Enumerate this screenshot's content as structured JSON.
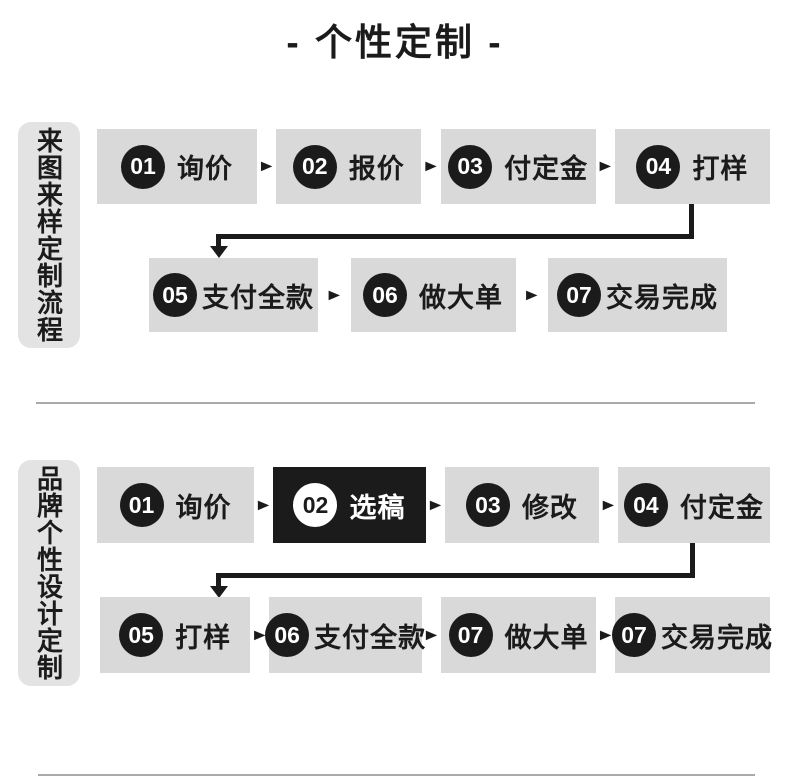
{
  "title": "- 个性定制 -",
  "icons": {
    "arrow_right_glyph": "►",
    "arrow_down": "css-triangle-down"
  },
  "colors": {
    "step_box_bg": "#d9d9d9",
    "flow_label_bg": "#e3e3e3",
    "highlight_bg": "#1b1b1b",
    "badge_bg": "#1b1b1b",
    "text": "#1b1b1b",
    "highlight_text": "#ffffff",
    "divider": "#a9a9a9",
    "background": "#ffffff"
  },
  "flows": [
    {
      "label": "来图来样定制流程",
      "row1": [
        {
          "num": "01",
          "label": "询价"
        },
        {
          "num": "02",
          "label": "报价"
        },
        {
          "num": "03",
          "label": "付定金"
        },
        {
          "num": "04",
          "label": "打样"
        }
      ],
      "row2": [
        {
          "num": "05",
          "label": "支付全款"
        },
        {
          "num": "06",
          "label": "做大单"
        },
        {
          "num": "07",
          "label": "交易完成"
        }
      ]
    },
    {
      "label": "品牌个性设计定制",
      "row1": [
        {
          "num": "01",
          "label": "询价"
        },
        {
          "num": "02",
          "label": "选稿",
          "highlighted": true
        },
        {
          "num": "03",
          "label": "修改"
        },
        {
          "num": "04",
          "label": "付定金"
        }
      ],
      "row2": [
        {
          "num": "05",
          "label": "打样"
        },
        {
          "num": "06",
          "label": "支付全款"
        },
        {
          "num": "07",
          "label": "做大单"
        },
        {
          "num": "07",
          "label": "交易完成"
        }
      ]
    }
  ]
}
